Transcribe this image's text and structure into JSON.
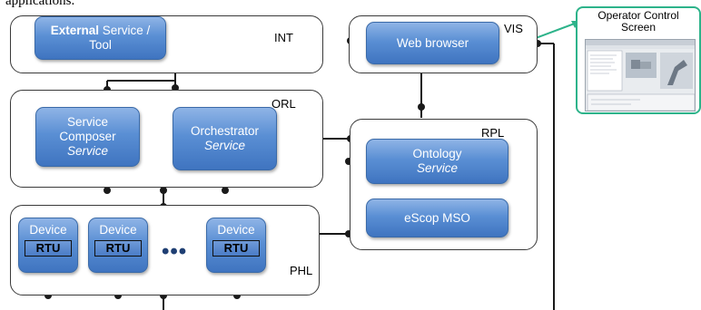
{
  "top_text": "applications.",
  "layers": {
    "int": "INT",
    "vis": "VIS",
    "orl": "ORL",
    "rpl": "RPL",
    "phl": "PHL"
  },
  "nodes": {
    "external_bold": "External",
    "external_rest": " Service /",
    "external_line2": "Tool",
    "web_browser": "Web browser",
    "composer_l1": "Service",
    "composer_l2": "Composer",
    "composer_l3": "Service",
    "orchestrator_l1": "Orchestrator",
    "orchestrator_l2": "Service",
    "ontology_l1": "Ontology",
    "ontology_l2": "Service",
    "escop": "eScop MSO",
    "device1": "Device",
    "device2": "Device",
    "device3": "Device",
    "rtu1": "RTU",
    "rtu2": "RTU",
    "rtu3": "RTU",
    "ellipsis": "•••"
  },
  "operator_screen": {
    "title_l1": "Operator Control",
    "title_l2": "Screen"
  },
  "colors": {
    "node_blue": "#4a7ec6",
    "connector": "#1a1a1a",
    "screen_link": "#2db38a"
  }
}
